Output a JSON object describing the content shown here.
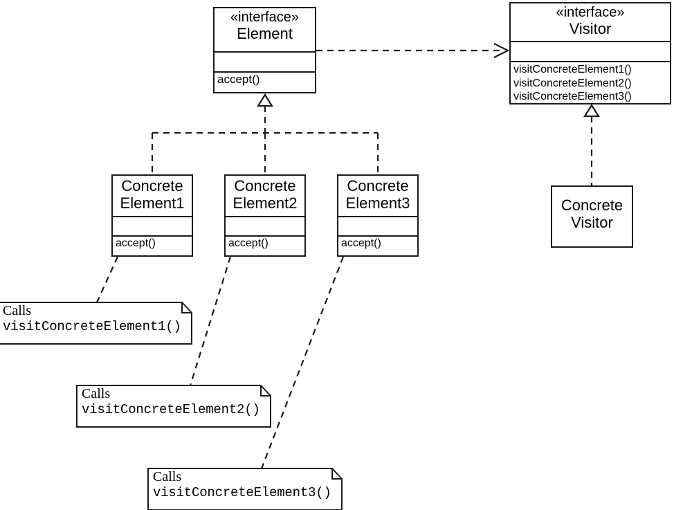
{
  "diagram": {
    "title": "Visitor Pattern UML Class Diagram",
    "type": "uml-class-diagram",
    "colors": {
      "stroke": "#1a1a1a",
      "fill": "#ffffff",
      "text": "#000000"
    }
  },
  "classes": {
    "element": {
      "stereotype": "«interface»",
      "name": "Element",
      "attributes": [],
      "operations": [
        "accept()"
      ]
    },
    "visitor": {
      "stereotype": "«interface»",
      "name": "Visitor",
      "attributes": [],
      "operations": [
        "visitConcreteElement1()",
        "visitConcreteElement2()",
        "visitConcreteElement3()"
      ]
    },
    "concrete_element1": {
      "stereotype": "",
      "name_line1": "Concrete",
      "name_line2": "Element1",
      "attributes": [],
      "operations": [
        "accept()"
      ]
    },
    "concrete_element2": {
      "stereotype": "",
      "name_line1": "Concrete",
      "name_line2": "Element2",
      "attributes": [],
      "operations": [
        "accept()"
      ]
    },
    "concrete_element3": {
      "stereotype": "",
      "name_line1": "Concrete",
      "name_line2": "Element3",
      "attributes": [],
      "operations": [
        "accept()"
      ]
    },
    "concrete_visitor": {
      "stereotype": "",
      "name_line1": "Concrete",
      "name_line2": "Visitor",
      "attributes": [],
      "operations": []
    }
  },
  "notes": {
    "note1": {
      "label": "Calls",
      "call": "visitConcreteElement1()"
    },
    "note2": {
      "label": "Calls",
      "call": "visitConcreteElement2()"
    },
    "note3": {
      "label": "Calls",
      "call": "visitConcreteElement3()"
    }
  },
  "relationships": [
    {
      "name": "element-depends-on-visitor",
      "kind": "dependency",
      "from": "Element",
      "to": "Visitor",
      "style": "dashed-open-arrow"
    },
    {
      "name": "concrete-element1-realizes-element",
      "kind": "realization",
      "from": "ConcreteElement1",
      "to": "Element",
      "style": "dashed-hollow-triangle"
    },
    {
      "name": "concrete-element2-realizes-element",
      "kind": "realization",
      "from": "ConcreteElement2",
      "to": "Element",
      "style": "dashed-hollow-triangle"
    },
    {
      "name": "concrete-element3-realizes-element",
      "kind": "realization",
      "from": "ConcreteElement3",
      "to": "Element",
      "style": "dashed-hollow-triangle"
    },
    {
      "name": "concrete-visitor-realizes-visitor",
      "kind": "realization",
      "from": "ConcreteVisitor",
      "to": "Visitor",
      "style": "dashed-hollow-triangle"
    },
    {
      "name": "note1-anchor",
      "kind": "note-anchor",
      "from": "note1",
      "to": "ConcreteElement1.accept()",
      "style": "dashed"
    },
    {
      "name": "note2-anchor",
      "kind": "note-anchor",
      "from": "note2",
      "to": "ConcreteElement2.accept()",
      "style": "dashed"
    },
    {
      "name": "note3-anchor",
      "kind": "note-anchor",
      "from": "note3",
      "to": "ConcreteElement3.accept()",
      "style": "dashed"
    }
  ]
}
